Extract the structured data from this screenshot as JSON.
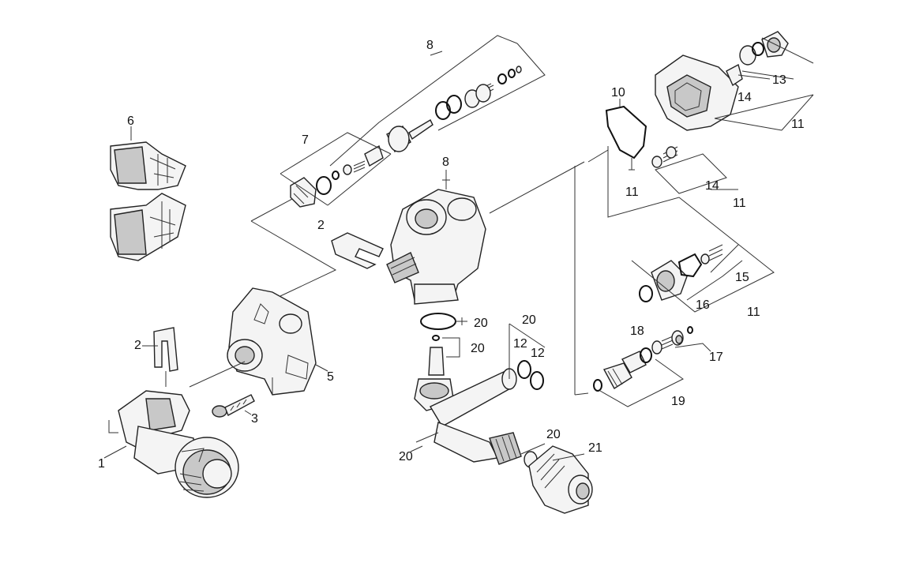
{
  "diagram": {
    "callouts": [
      {
        "id": "c1",
        "text": "1"
      },
      {
        "id": "c2a",
        "text": "2"
      },
      {
        "id": "c2b",
        "text": "2"
      },
      {
        "id": "c3",
        "text": "3"
      },
      {
        "id": "c5",
        "text": "5"
      },
      {
        "id": "c6",
        "text": "6"
      },
      {
        "id": "c7",
        "text": "7"
      },
      {
        "id": "c8a",
        "text": "8"
      },
      {
        "id": "c8b",
        "text": "8"
      },
      {
        "id": "c10",
        "text": "10"
      },
      {
        "id": "c11a",
        "text": "11"
      },
      {
        "id": "c11b",
        "text": "11"
      },
      {
        "id": "c11c",
        "text": "11"
      },
      {
        "id": "c11d",
        "text": "11"
      },
      {
        "id": "c12a",
        "text": "12"
      },
      {
        "id": "c12b",
        "text": "12"
      },
      {
        "id": "c13",
        "text": "13"
      },
      {
        "id": "c14a",
        "text": "14"
      },
      {
        "id": "c14b",
        "text": "14"
      },
      {
        "id": "c15",
        "text": "15"
      },
      {
        "id": "c16",
        "text": "16"
      },
      {
        "id": "c17",
        "text": "17"
      },
      {
        "id": "c18",
        "text": "18"
      },
      {
        "id": "c19",
        "text": "19"
      },
      {
        "id": "c20a",
        "text": "20"
      },
      {
        "id": "c20b",
        "text": "20"
      },
      {
        "id": "c20c",
        "text": "20"
      },
      {
        "id": "c20d",
        "text": "20"
      },
      {
        "id": "c20e",
        "text": "20"
      },
      {
        "id": "c21",
        "text": "21"
      }
    ]
  }
}
